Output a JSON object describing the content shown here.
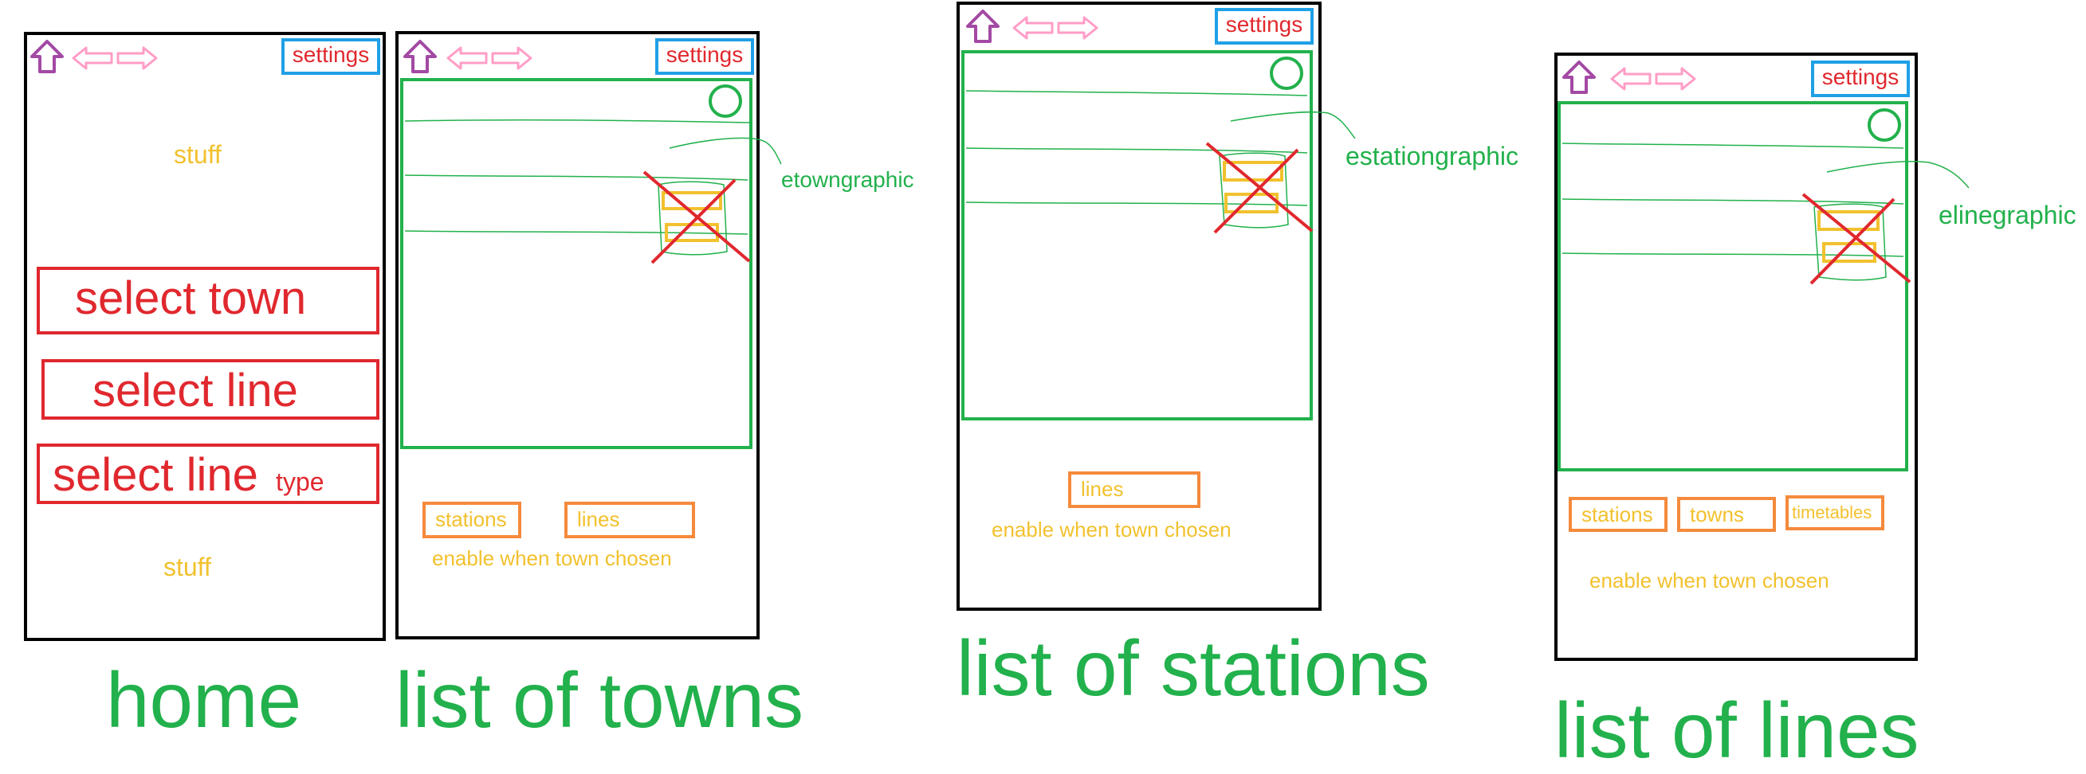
{
  "colors": {
    "frame": "#000000",
    "settings_border": "#1fa0e6",
    "red": "#e0282e",
    "yellow": "#f2c12e",
    "orange": "#f58a3c",
    "green": "#22b14c",
    "purple": "#a349a4",
    "pink": "#ff9dc6"
  },
  "icons": {
    "up": "up-arrow-icon",
    "back": "back-arrow-icon",
    "forward": "forward-arrow-icon",
    "graphic": "circle-graphic-icon"
  },
  "settings_label": "settings",
  "home": {
    "stuff_top": "stuff",
    "select_town": "select town",
    "select_line": "select line",
    "select_line_type_main": "select line",
    "select_line_type_small": "type",
    "stuff_bottom": "stuff",
    "label": "home"
  },
  "towns": {
    "graphic_label": "etowngraphic",
    "stations_button": "stations",
    "lines_button": "lines",
    "hint": "enable when town chosen",
    "label": "list of towns"
  },
  "stations": {
    "graphic_label": "estationgraphic",
    "lines_button": "lines",
    "hint": "enable when town chosen",
    "label": "list of stations"
  },
  "lines": {
    "graphic_label": "elinegraphic",
    "stations_button": "stations",
    "towns_button": "towns",
    "timetables_button": "timetables",
    "hint": "enable when town chosen",
    "label": "list of lines"
  }
}
